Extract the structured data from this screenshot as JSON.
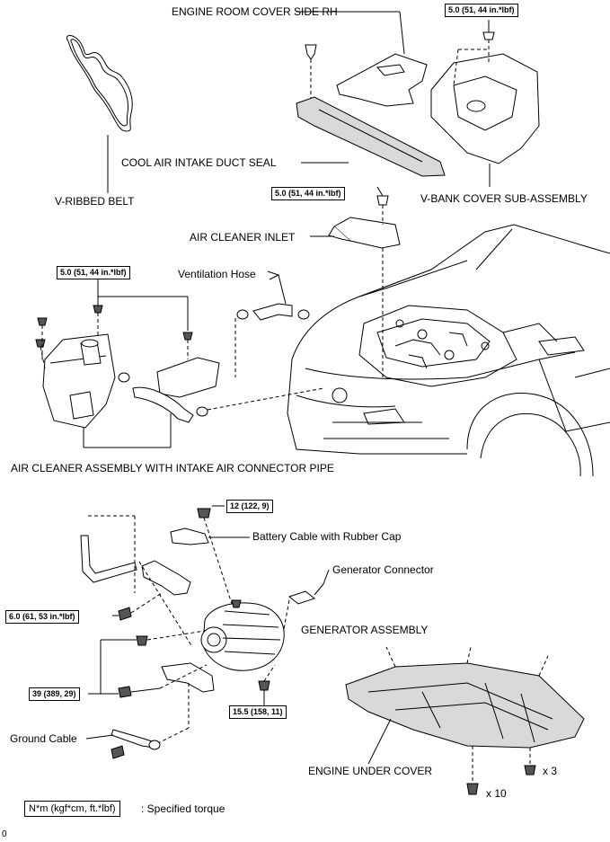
{
  "labels": {
    "engine_room_cover_side_rh": "ENGINE ROOM COVER SIDE RH",
    "v_ribbed_belt": "V-RIBBED BELT",
    "cool_air_intake_duct_seal": "COOL AIR INTAKE DUCT SEAL",
    "v_bank_cover_sub_assembly": "V-BANK COVER SUB-ASSEMBLY",
    "air_cleaner_inlet": "AIR CLEANER INLET",
    "ventilation_hose": "Ventilation Hose",
    "air_cleaner_assembly": "AIR CLEANER ASSEMBLY WITH INTAKE AIR CONNECTOR PIPE",
    "battery_cable": "Battery Cable with Rubber Cap",
    "generator_connector": "Generator Connector",
    "generator_assembly": "GENERATOR ASSEMBLY",
    "ground_cable": "Ground Cable",
    "engine_under_cover": "ENGINE UNDER COVER"
  },
  "torques": {
    "v_bank_cover": "5.0 (51, 44 in.*lbf)",
    "air_cleaner_inlet": "5.0 (51, 44 in.*lbf)",
    "air_cleaner_assembly": "5.0 (51, 44 in.*lbf)",
    "battery_cable_nut": "12 (122, 9)",
    "generator_bracket_bolt": "6.0 (61, 53 in.*lbf)",
    "generator_bolt": "39 (389, 29)",
    "generator_nut": "15.5 (158, 11)"
  },
  "quantities": {
    "under_cover_clip": "x 3",
    "under_cover_bolt": "x 10"
  },
  "legend": {
    "unit": "N*m (kgf*cm, ft.*lbf)",
    "text": ": Specified torque"
  },
  "corner_mark": "0"
}
